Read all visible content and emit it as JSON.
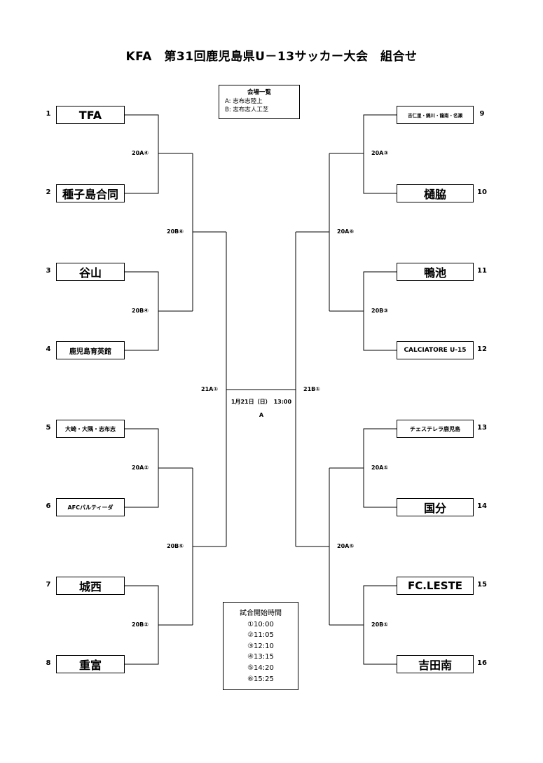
{
  "title": "KFA　第31回鹿児島県U－13サッカー大会　組合せ",
  "venues": {
    "title": "会場一覧",
    "items": [
      {
        "code": "A:",
        "name": "志布志陸上"
      },
      {
        "code": "B:",
        "name": "志布志人工芝"
      }
    ]
  },
  "teams": [
    {
      "seed": "1",
      "name": "TFA"
    },
    {
      "seed": "2",
      "name": "種子島合同"
    },
    {
      "seed": "3",
      "name": "谷山"
    },
    {
      "seed": "4",
      "name": "鹿児島育英館"
    },
    {
      "seed": "5",
      "name": "大崎・大隅・志布志"
    },
    {
      "seed": "6",
      "name": "AFCパルティーダ"
    },
    {
      "seed": "7",
      "name": "城西"
    },
    {
      "seed": "8",
      "name": "重富"
    },
    {
      "seed": "9",
      "name": "吉仁里・錦川・龍南・名瀬"
    },
    {
      "seed": "10",
      "name": "樋脇"
    },
    {
      "seed": "11",
      "name": "鴨池"
    },
    {
      "seed": "12",
      "name": "CALCIATORE U-15"
    },
    {
      "seed": "13",
      "name": "チェステレラ鹿児島"
    },
    {
      "seed": "14",
      "name": "国分"
    },
    {
      "seed": "15",
      "name": "FC.LESTE"
    },
    {
      "seed": "16",
      "name": "吉田南"
    }
  ],
  "matches": {
    "l1": "20A④",
    "l2": "20B④",
    "l3": "20A②",
    "l4": "20B②",
    "l5": "20B⑥",
    "l6": "20B⑤",
    "l7": "21A①",
    "r1": "20A③",
    "r2": "20B③",
    "r3": "20A①",
    "r4": "20B①",
    "r5": "20A⑥",
    "r6": "20A⑤",
    "r7": "21B①"
  },
  "final": {
    "datetime": "1月21日（日）　13:00",
    "court": "A"
  },
  "start_times": {
    "title": "試合開始時間",
    "items": [
      "①10:00",
      "②11:05",
      "③12:10",
      "④13:15",
      "⑤14:20",
      "⑥15:25"
    ]
  }
}
